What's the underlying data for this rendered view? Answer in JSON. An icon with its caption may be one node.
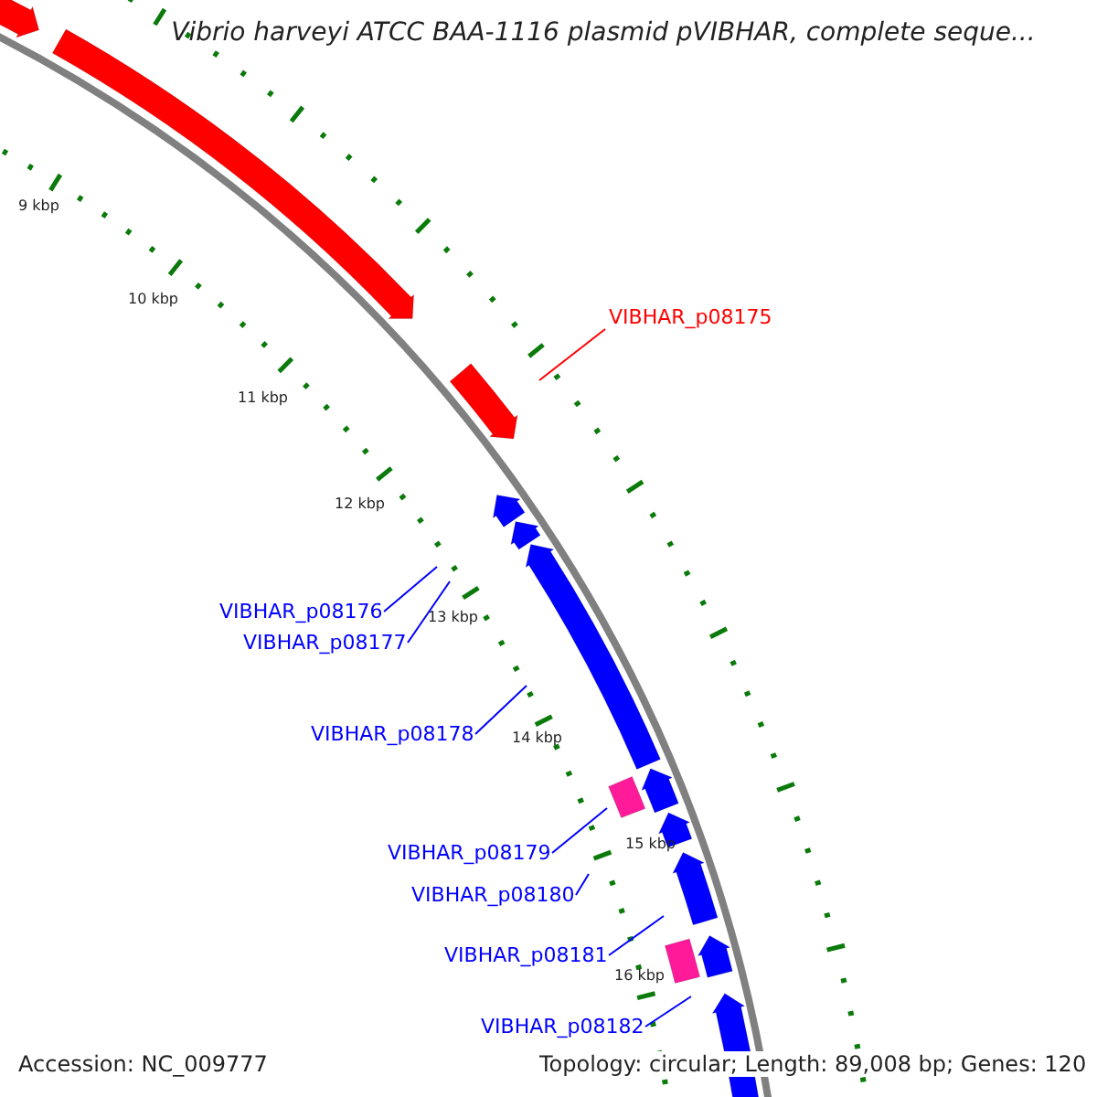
{
  "diagram": {
    "title": "Vibrio harveyi ATCC BAA-1116 plasmid pVIBHAR, complete seque...",
    "nodes": [
      {
        "text": [
          "VIBHAR_p08175"
        ]
      },
      {
        "text": [
          "VIBHAR_p08176"
        ]
      },
      {
        "text": [
          "VIBHAR_p08177"
        ]
      },
      {
        "text": [
          "VIBHAR_p08178"
        ]
      },
      {
        "text": [
          "VIBHAR_p08179"
        ]
      },
      {
        "text": [
          "VIBHAR_p08180"
        ]
      },
      {
        "text": [
          "VIBHAR_p08181"
        ]
      },
      {
        "text": [
          "VIBHAR_p08182"
        ]
      }
    ],
    "edges": [
      {
        "from": 0,
        "to": null,
        "arrow": "none",
        "color": "#ff0000"
      },
      {
        "from": 1,
        "to": null,
        "arrow": "none"
      },
      {
        "from": 2,
        "to": null,
        "arrow": "none"
      },
      {
        "from": 3,
        "to": null,
        "arrow": "none"
      },
      {
        "from": 4,
        "to": null,
        "arrow": "none"
      },
      {
        "from": 5,
        "to": null,
        "arrow": "none"
      },
      {
        "from": 6,
        "to": null,
        "arrow": "none"
      },
      {
        "from": 7,
        "to": null,
        "arrow": "none"
      }
    ],
    "labels": [
      "9 kbp",
      "10 kbp",
      "11 kbp",
      "12 kbp",
      "13 kbp",
      "14 kbp",
      "15 kbp",
      "16 kbp",
      "Accession: NC_009777",
      "Topology: circular; Length: 89,008 bp; Genes: 120"
    ]
  }
}
